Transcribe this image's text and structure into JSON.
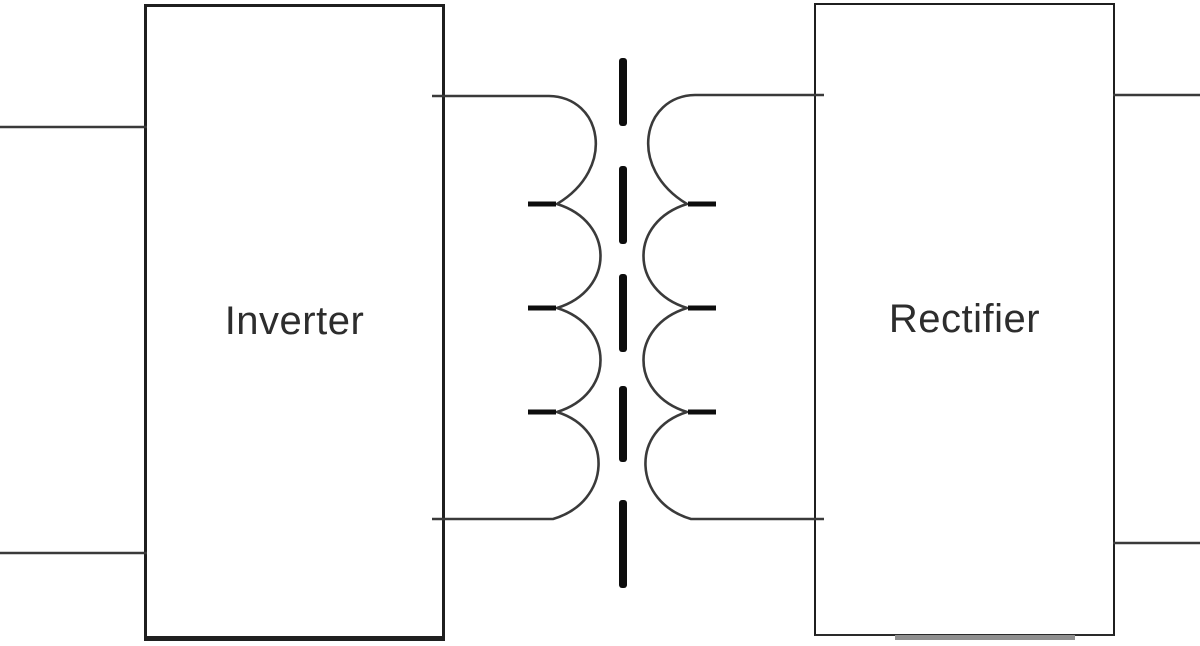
{
  "diagram": {
    "type": "block-diagram",
    "description": "Inverter to Rectifier via isolation transformer",
    "blocks": [
      {
        "id": "inverter",
        "label": "Inverter"
      },
      {
        "id": "rectifier",
        "label": "Rectifier"
      }
    ],
    "transformer": {
      "name": "isolation-transformer",
      "primary_bumps": 4,
      "secondary_bumps": 4,
      "core_style": "vertical-dashed-line"
    },
    "colors": {
      "line": "#3a3a3a",
      "core": "#0d0d0d",
      "border": "#1f1f1f",
      "text": "#2d2d2d",
      "shadow": "#8f8f8f",
      "background": "#ffffff"
    }
  }
}
